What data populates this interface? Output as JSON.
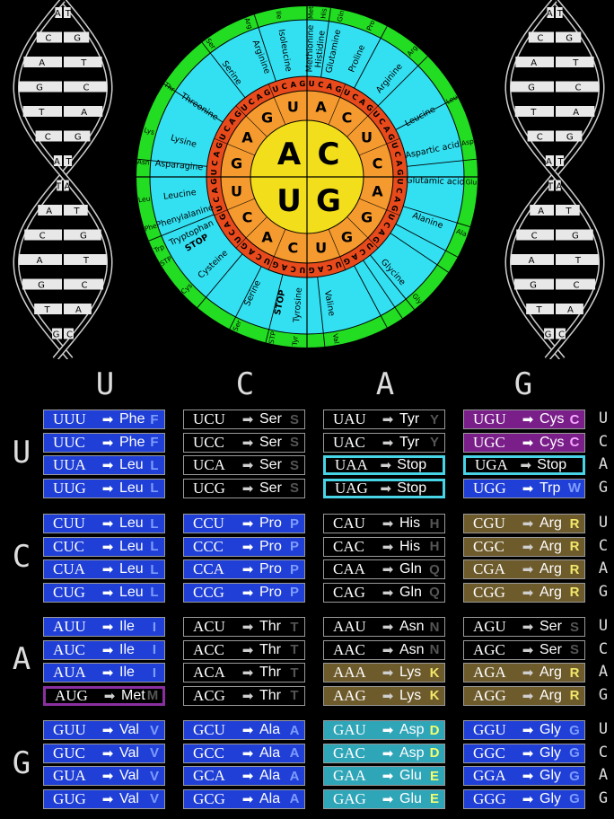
{
  "wheel": {
    "inner": [
      "A",
      "C",
      "U",
      "G"
    ],
    "ring2": [
      "G",
      "U",
      "A",
      "C",
      "U",
      "C",
      "A",
      "G",
      "G",
      "U",
      "C",
      "A",
      "C",
      "U",
      "G",
      "A"
    ],
    "ring3": "UCAGUCAGUCAGUCAGUCAGUCAGUCAGUCAGUCAGUCAGUCAGUCAGUCAGUCAGUCAGUCAG",
    "amino_labels": [
      "Methionine",
      "Isoleucine",
      "Arginine",
      "Serine",
      "Threonine",
      "Lysine",
      "Asparagine",
      "Leucine",
      "Phenylalanine",
      "Tryptophan",
      "STOP",
      "Cysteine",
      "Serine",
      "STOP",
      "Tyrosine",
      "Valine",
      "Glycine",
      "Alanine",
      "Glutamic acid",
      "Aspartic acid",
      "Leucine",
      "Arginine",
      "Proline",
      "Glutamine",
      "Histidine"
    ],
    "abbr_labels": [
      "Met",
      "Ile",
      "Arg",
      "Ser",
      "Thr",
      "Lys",
      "Asn",
      "Leu",
      "Phe",
      "Trp",
      "STP",
      "Cys",
      "Ser",
      "STP",
      "Tyr",
      "Val",
      "Gly",
      "Ala",
      "Glu",
      "Asp",
      "Leu",
      "Arg",
      "Pro",
      "Gln",
      "His"
    ]
  },
  "helix_pairs": [
    [
      "A",
      "T"
    ],
    [
      "C",
      "G"
    ],
    [
      "A",
      "T"
    ],
    [
      "G",
      "C"
    ],
    [
      "T",
      "A"
    ],
    [
      "C",
      "G"
    ],
    [
      "A",
      "T"
    ],
    [
      "T",
      "A"
    ],
    [
      "A",
      "T"
    ],
    [
      "C",
      "G"
    ],
    [
      "A",
      "T"
    ],
    [
      "G",
      "C"
    ],
    [
      "T",
      "A"
    ],
    [
      "G",
      "C"
    ]
  ],
  "columns": [
    "U",
    "C",
    "A",
    "G"
  ],
  "rows": [
    "U",
    "C",
    "A",
    "G"
  ],
  "third_letters": [
    "U",
    "C",
    "A",
    "G"
  ],
  "colors": {
    "blue": "#1f3fd6",
    "black": "#000000",
    "purple": "#7a1f8a",
    "olive": "#6e5b2c",
    "teal": "#2fa5b8",
    "cyan_border": "#47d4e6",
    "met_border": "#8b2fa0",
    "wheel_green": "#22dd22",
    "wheel_cyan": "#33e0f2",
    "wheel_red": "#e84a1c",
    "wheel_orange": "#f59a2e",
    "wheel_yellow": "#f2de1a"
  },
  "table": [
    [
      [
        [
          "UUU",
          "Phe",
          "F",
          "blue"
        ],
        [
          "UUC",
          "Phe",
          "F",
          "blue"
        ],
        [
          "UUA",
          "Leu",
          "L",
          "blue"
        ],
        [
          "UUG",
          "Leu",
          "L",
          "blue"
        ]
      ],
      [
        [
          "UCU",
          "Ser",
          "S",
          "black"
        ],
        [
          "UCC",
          "Ser",
          "S",
          "black"
        ],
        [
          "UCA",
          "Ser",
          "S",
          "black"
        ],
        [
          "UCG",
          "Ser",
          "S",
          "black"
        ]
      ],
      [
        [
          "UAU",
          "Tyr",
          "Y",
          "black"
        ],
        [
          "UAC",
          "Tyr",
          "Y",
          "black"
        ],
        [
          "UAA",
          "Stop",
          "",
          "black",
          "stop"
        ],
        [
          "UAG",
          "Stop",
          "",
          "black",
          "stop"
        ]
      ],
      [
        [
          "UGU",
          "Cys",
          "C",
          "purple"
        ],
        [
          "UGC",
          "Cys",
          "C",
          "purple"
        ],
        [
          "UGA",
          "Stop",
          "",
          "black",
          "stop"
        ],
        [
          "UGG",
          "Trp",
          "W",
          "blue"
        ]
      ]
    ],
    [
      [
        [
          "CUU",
          "Leu",
          "L",
          "blue"
        ],
        [
          "CUC",
          "Leu",
          "L",
          "blue"
        ],
        [
          "CUA",
          "Leu",
          "L",
          "blue"
        ],
        [
          "CUG",
          "Leu",
          "L",
          "blue"
        ]
      ],
      [
        [
          "CCU",
          "Pro",
          "P",
          "blue"
        ],
        [
          "CCC",
          "Pro",
          "P",
          "blue"
        ],
        [
          "CCA",
          "Pro",
          "P",
          "blue"
        ],
        [
          "CCG",
          "Pro",
          "P",
          "blue"
        ]
      ],
      [
        [
          "CAU",
          "His",
          "H",
          "black"
        ],
        [
          "CAC",
          "His",
          "H",
          "black"
        ],
        [
          "CAA",
          "Gln",
          "Q",
          "black"
        ],
        [
          "CAG",
          "Gln",
          "Q",
          "black"
        ]
      ],
      [
        [
          "CGU",
          "Arg",
          "R",
          "olive"
        ],
        [
          "CGC",
          "Arg",
          "R",
          "olive"
        ],
        [
          "CGA",
          "Arg",
          "R",
          "olive"
        ],
        [
          "CGG",
          "Arg",
          "R",
          "olive"
        ]
      ]
    ],
    [
      [
        [
          "AUU",
          "Ile",
          "I",
          "blue"
        ],
        [
          "AUC",
          "Ile",
          "I",
          "blue"
        ],
        [
          "AUA",
          "Ile",
          "I",
          "blue"
        ],
        [
          "AUG",
          "Met",
          "M",
          "black",
          "met"
        ]
      ],
      [
        [
          "ACU",
          "Thr",
          "T",
          "black"
        ],
        [
          "ACC",
          "Thr",
          "T",
          "black"
        ],
        [
          "ACA",
          "Thr",
          "T",
          "black"
        ],
        [
          "ACG",
          "Thr",
          "T",
          "black"
        ]
      ],
      [
        [
          "AAU",
          "Asn",
          "N",
          "black"
        ],
        [
          "AAC",
          "Asn",
          "N",
          "black"
        ],
        [
          "AAA",
          "Lys",
          "K",
          "olive"
        ],
        [
          "AAG",
          "Lys",
          "K",
          "olive"
        ]
      ],
      [
        [
          "AGU",
          "Ser",
          "S",
          "black"
        ],
        [
          "AGC",
          "Ser",
          "S",
          "black"
        ],
        [
          "AGA",
          "Arg",
          "R",
          "olive"
        ],
        [
          "AGG",
          "Arg",
          "R",
          "olive"
        ]
      ]
    ],
    [
      [
        [
          "GUU",
          "Val",
          "V",
          "blue"
        ],
        [
          "GUC",
          "Val",
          "V",
          "blue"
        ],
        [
          "GUA",
          "Val",
          "V",
          "blue"
        ],
        [
          "GUG",
          "Val",
          "V",
          "blue"
        ]
      ],
      [
        [
          "GCU",
          "Ala",
          "A",
          "blue"
        ],
        [
          "GCC",
          "Ala",
          "A",
          "blue"
        ],
        [
          "GCA",
          "Ala",
          "A",
          "blue"
        ],
        [
          "GCG",
          "Ala",
          "A",
          "blue"
        ]
      ],
      [
        [
          "GAU",
          "Asp",
          "D",
          "teal"
        ],
        [
          "GAC",
          "Asp",
          "D",
          "teal"
        ],
        [
          "GAA",
          "Glu",
          "E",
          "teal"
        ],
        [
          "GAG",
          "Glu",
          "E",
          "teal"
        ]
      ],
      [
        [
          "GGU",
          "Gly",
          "G",
          "blue"
        ],
        [
          "GGC",
          "Gly",
          "G",
          "blue"
        ],
        [
          "GGA",
          "Gly",
          "G",
          "blue"
        ],
        [
          "GGG",
          "Gly",
          "G",
          "blue"
        ]
      ]
    ]
  ]
}
